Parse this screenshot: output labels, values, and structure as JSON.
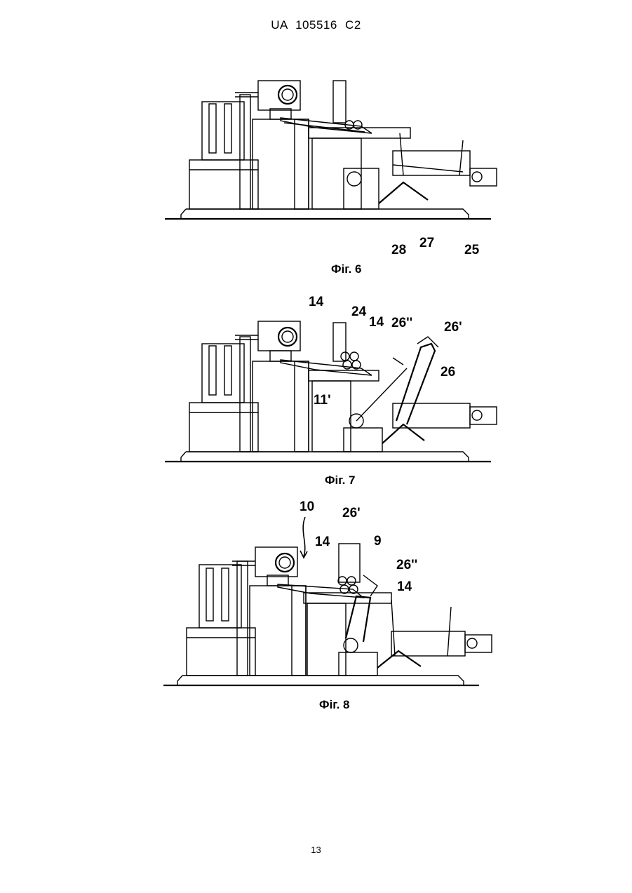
{
  "header": {
    "doc_id": "UA   105516   C2"
  },
  "figures": [
    {
      "caption": "Фіг. 6",
      "labels": [
        "28",
        "27",
        "25"
      ]
    },
    {
      "caption": "Фіг. 7",
      "labels": [
        "14",
        "24",
        "14",
        "26''",
        "26'",
        "26",
        "11'"
      ]
    },
    {
      "caption": "Фіг. 8",
      "labels": [
        "10",
        "26'",
        "14",
        "9",
        "26''",
        "14"
      ]
    }
  ],
  "page_number": "13"
}
